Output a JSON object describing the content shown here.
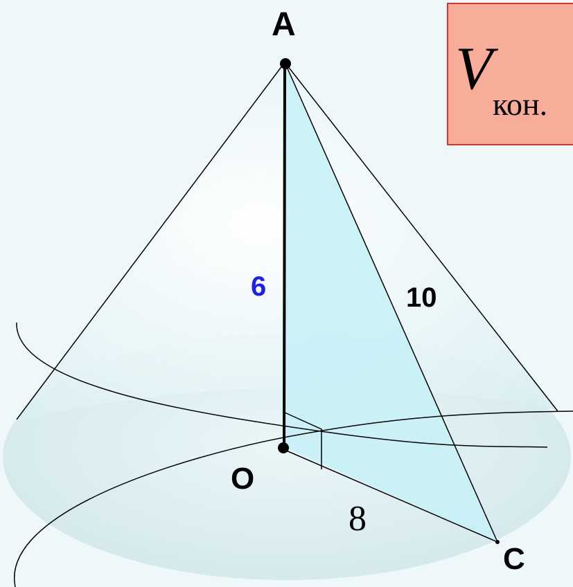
{
  "labels": {
    "apex": "A",
    "center": "O",
    "base_point": "C",
    "height": "6",
    "slant": "10",
    "radius": "8"
  },
  "formula_box": {
    "symbol": "V",
    "subscript": "кон."
  },
  "colors": {
    "height_label": "#1f1fe6",
    "triangle_fill": "#c6f1f6",
    "box_fill": "#f8ad98",
    "box_border": "#e03030"
  }
}
